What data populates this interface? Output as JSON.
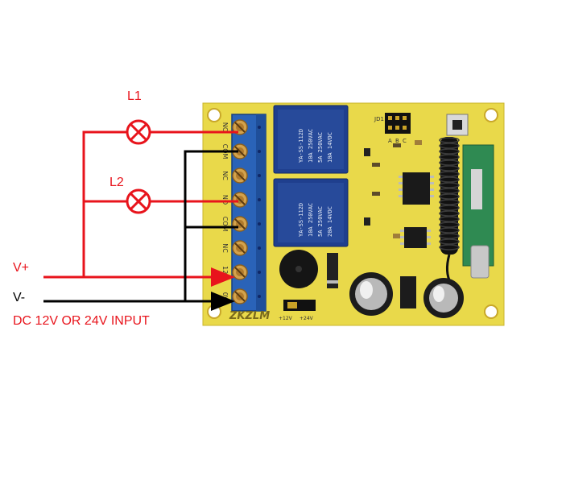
{
  "lamps": [
    {
      "label": "L1"
    },
    {
      "label": "L2"
    }
  ],
  "power": {
    "positive_label": "V+",
    "negative_label": "V-",
    "input_label": "DC 12V OR 24V INPUT"
  },
  "board": {
    "brand": "ZKZLM",
    "jumper_id": "JD1",
    "jumper_letters": [
      "A",
      "B",
      "C"
    ],
    "voltage_labels": [
      "+12V",
      "+24V"
    ],
    "terminal_labels": [
      "NO",
      "COM",
      "NC",
      "NO",
      "COM",
      "NC",
      "12V",
      "0V"
    ],
    "relays": [
      {
        "model": "YA-SS-112D",
        "line1": "10A 250VAC",
        "line2": "5A 250VAC",
        "line3": "10A 14VDC"
      },
      {
        "model": "YA-SS-112D",
        "line1": "10A 250VAC",
        "line2": "5A 250VAC",
        "line3": "20A 14VDC"
      }
    ]
  },
  "colors": {
    "wire_red": "#e8141c",
    "wire_black": "#000000",
    "label_red": "#e8141c",
    "pcb": "#e9d94a",
    "terminal_blue": "#2a63b8",
    "relay_blue": "#1f3f8e"
  }
}
